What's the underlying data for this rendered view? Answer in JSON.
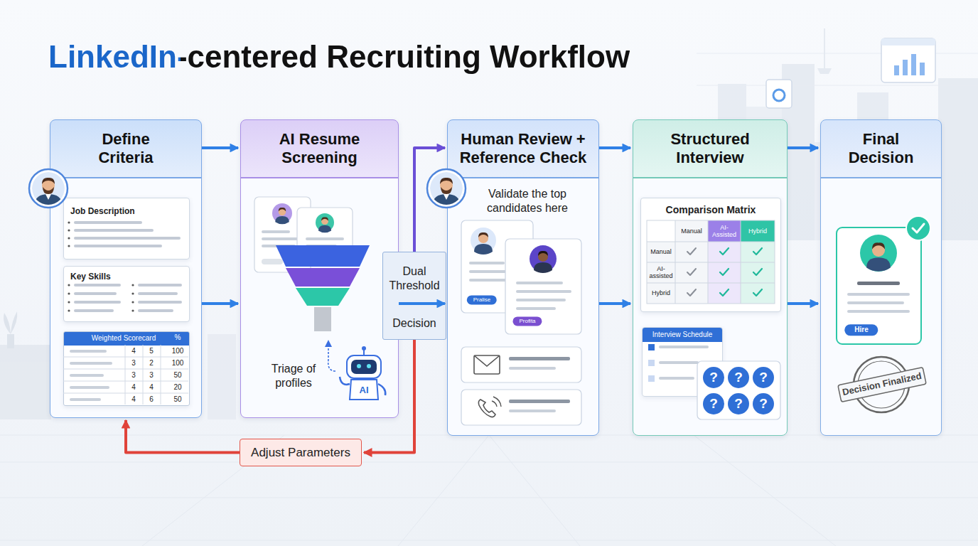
{
  "diagram": {
    "title": "LinkedIn-centered Recruiting Workflow",
    "nodes": [
      {
        "text": [
          "Define Criteria"
        ]
      },
      {
        "text": [
          "Job Description"
        ],
        "in": 0
      },
      {
        "text": [
          "Key Skills"
        ],
        "in": 0
      },
      {
        "text": [
          "Weighted Scorecard"
        ],
        "in": 0
      },
      {
        "text": [
          "AI Resume Screening",
          "Triage of profiles"
        ]
      },
      {
        "text": [
          "Dual Threshold",
          "Decision"
        ]
      },
      {
        "text": [
          "Human Review + Reference Check",
          "Validate the top candidates here"
        ]
      },
      {
        "text": [
          "Structured Interview"
        ]
      },
      {
        "text": [
          "Comparison Matrix"
        ],
        "in": 7
      },
      {
        "text": [
          "Interview Schedule"
        ],
        "in": 7
      },
      {
        "text": [
          "Final Decision"
        ]
      },
      {
        "text": [
          "Adjust Parameters"
        ]
      }
    ],
    "edges": [
      {
        "from": 0,
        "to": 4,
        "arrow": "to"
      },
      {
        "from": 0,
        "to": 4,
        "arrow": "to"
      },
      {
        "from": 4,
        "to": 6,
        "arrow": "to"
      },
      {
        "from": 5,
        "to": 6,
        "arrow": "to"
      },
      {
        "from": 5,
        "to": 11,
        "arrow": "to"
      },
      {
        "from": 11,
        "to": 0,
        "arrow": "to"
      },
      {
        "from": 6,
        "to": 7,
        "arrow": "to"
      },
      {
        "from": 6,
        "to": 7,
        "arrow": "to"
      },
      {
        "from": 7,
        "to": 10,
        "arrow": "to"
      },
      {
        "from": 7,
        "to": 10,
        "arrow": "to"
      }
    ],
    "labels": [
      "%",
      "4",
      "5",
      "100",
      "3",
      "2",
      "100",
      "3",
      "3",
      "50",
      "4",
      "4",
      "20",
      "4",
      "6",
      "50",
      "AI",
      "Pralise",
      "Profita",
      "Manual",
      "AI-Assisted",
      "Hybrid",
      "Manual",
      "AI-assisted",
      "Hybrid",
      "?",
      "?",
      "?",
      "?",
      "?",
      "?",
      "Hire",
      "Decision Finalized"
    ]
  }
}
